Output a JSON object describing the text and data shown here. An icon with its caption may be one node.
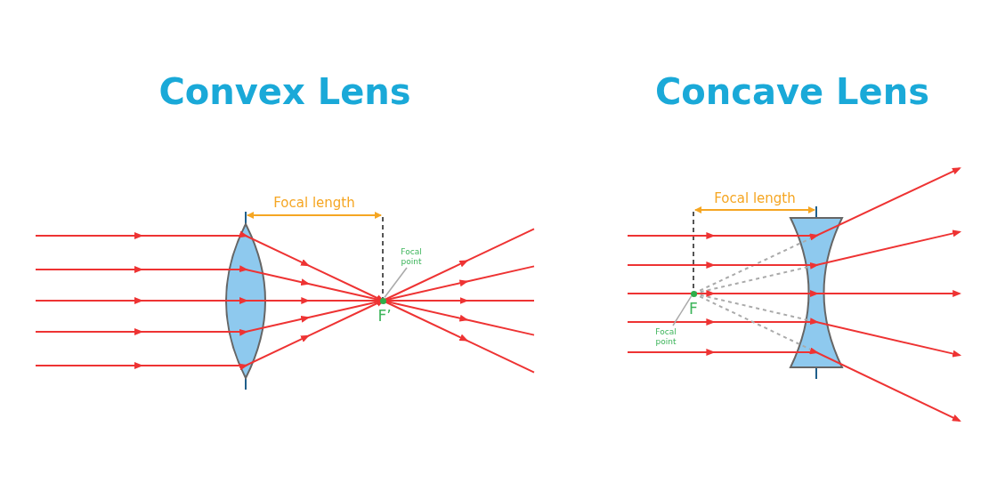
{
  "diagram": {
    "nodes": [
      {
        "text": [
          "Focal point"
        ]
      },
      {
        "text": [],
        "shape": "circle",
        "beside": [
          "F’"
        ]
      },
      {
        "text": [
          "Focal point"
        ]
      },
      {
        "text": [],
        "shape": "circle",
        "beside": [
          "F"
        ]
      }
    ],
    "edges": [
      {
        "from": 0,
        "to": 1,
        "arrow": "none"
      },
      {
        "from": 2,
        "to": 3,
        "arrow": "none"
      }
    ],
    "labels": [
      "Convex Lens",
      "Concave Lens",
      "Focal length",
      "Focal length"
    ]
  }
}
